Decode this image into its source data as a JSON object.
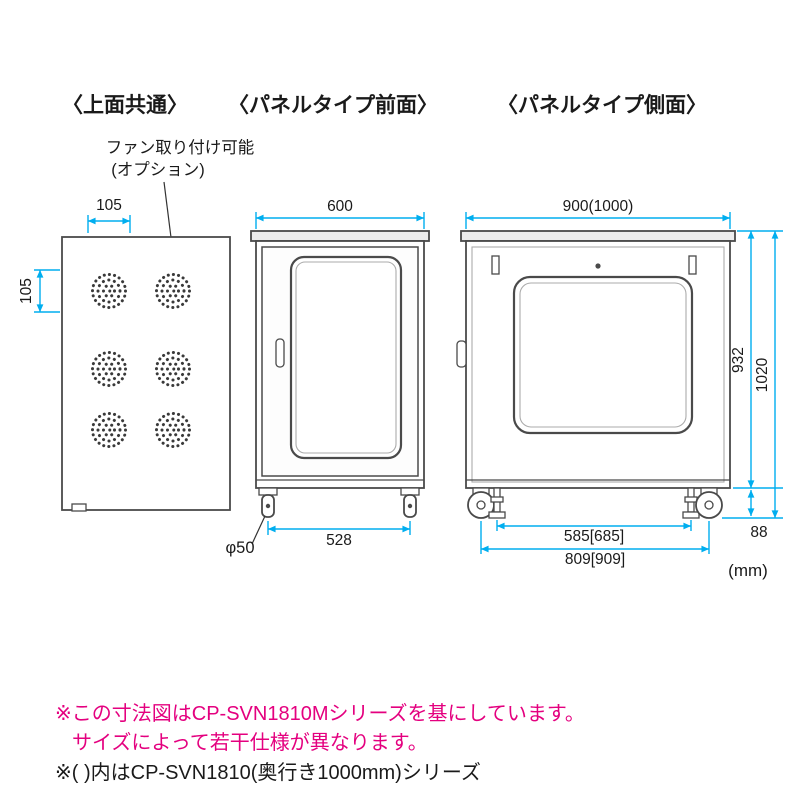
{
  "colors": {
    "dim": "#00aeef",
    "line": "#4a4a4a",
    "note": "#e4007f",
    "ink": "#1a1a1a"
  },
  "headers": {
    "top": "〈上面共通〉",
    "front": "〈パネルタイプ前面〉",
    "side": "〈パネルタイプ側面〉"
  },
  "top_view": {
    "fan_note_1": "ファン取り付け可能",
    "fan_note_2": "(オプション)",
    "dim_pitch_x": "105",
    "dim_pitch_y": "105"
  },
  "front_view": {
    "dim_width": "600",
    "dim_caster_pitch": "528",
    "caster_diameter": "φ50"
  },
  "side_view": {
    "dim_depth": "900(1000)",
    "dim_body_height": "932",
    "dim_total_height": "1020",
    "dim_foot_pitch": "585[685]",
    "dim_caster_pitch": "809[909]",
    "dim_caster_height": "88",
    "unit": "(mm)"
  },
  "notes": [
    "※この寸法図はCP-SVN1810Mシリーズを基にしています。",
    "サイズによって若干仕様が異なります。",
    "※( )内はCP-SVN1810(奥行き1000mm)シリーズ"
  ]
}
